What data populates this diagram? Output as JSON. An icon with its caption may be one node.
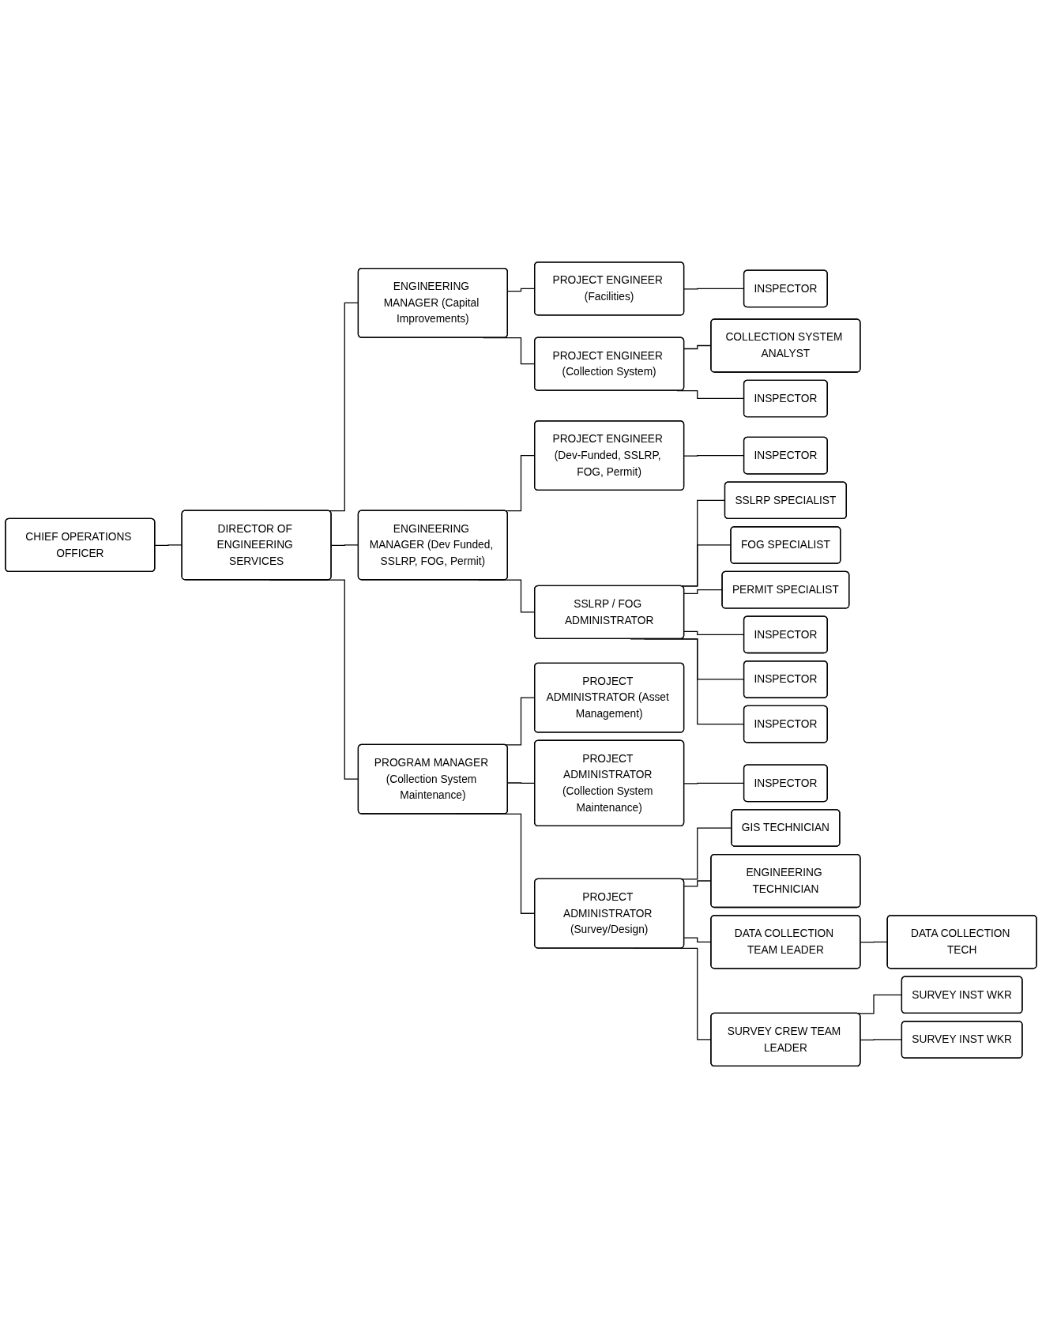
{
  "diagram": {
    "nodes": [
      {
        "text": [
          "CHIEF OPERATIONS OFFICER"
        ]
      },
      {
        "text": [
          "DIRECTOR OF ENGINEERING SERVICES"
        ]
      },
      {
        "text": [
          "ENGINEERING MANAGER (Capital Improvements)"
        ]
      },
      {
        "text": [
          "PROJECT ENGINEER (Facilities)"
        ]
      },
      {
        "text": [
          "INSPECTOR"
        ]
      },
      {
        "text": [
          "PROJECT ENGINEER (Collection System)"
        ]
      },
      {
        "text": [
          "COLLECTION SYSTEM ANALYST"
        ]
      },
      {
        "text": [
          "INSPECTOR"
        ]
      },
      {
        "text": [
          "ENGINEERING MANAGER (Dev Funded, SSLRP, FOG, Permit)"
        ]
      },
      {
        "text": [
          "PROJECT ENGINEER (Dev-Funded, SSLRP, FOG, Permit)"
        ]
      },
      {
        "text": [
          "INSPECTOR"
        ]
      },
      {
        "text": [
          "SSLRP / FOG ADMINISTRATOR"
        ]
      },
      {
        "text": [
          "SSLRP SPECIALIST"
        ]
      },
      {
        "text": [
          "FOG SPECIALIST"
        ]
      },
      {
        "text": [
          "PERMIT SPECIALIST"
        ]
      },
      {
        "text": [
          "INSPECTOR"
        ]
      },
      {
        "text": [
          "INSPECTOR"
        ]
      },
      {
        "text": [
          "INSPECTOR"
        ]
      },
      {
        "text": [
          "PROGRAM MANAGER (Collection System Maintenance)"
        ]
      },
      {
        "text": [
          "PROJECT ADMINISTRATOR (Asset Management)"
        ]
      },
      {
        "text": [
          "PROJECT ADMINISTRATOR (Collection System Maintenance)"
        ]
      },
      {
        "text": [
          "INSPECTOR"
        ]
      },
      {
        "text": [
          "PROJECT ADMINISTRATOR (Survey/Design)"
        ]
      },
      {
        "text": [
          "GIS TECHNICIAN"
        ]
      },
      {
        "text": [
          "ENGINEERING TECHNICIAN"
        ]
      },
      {
        "text": [
          "DATA COLLECTION TEAM LEADER"
        ]
      },
      {
        "text": [
          "DATA COLLECTION TECH"
        ]
      },
      {
        "text": [
          "SURVEY CREW TEAM LEADER"
        ]
      },
      {
        "text": [
          "SURVEY INST WKR"
        ]
      },
      {
        "text": [
          "SURVEY INST WKR"
        ]
      }
    ],
    "edges": [
      {
        "from": 0,
        "to": 1,
        "arrow": "none"
      },
      {
        "from": 1,
        "to": 2,
        "arrow": "none"
      },
      {
        "from": 1,
        "to": 8,
        "arrow": "none"
      },
      {
        "from": 1,
        "to": 18,
        "arrow": "none"
      },
      {
        "from": 2,
        "to": 3,
        "arrow": "none"
      },
      {
        "from": 2,
        "to": 5,
        "arrow": "none"
      },
      {
        "from": 3,
        "to": 4,
        "arrow": "none"
      },
      {
        "from": 5,
        "to": 6,
        "arrow": "none"
      },
      {
        "from": 5,
        "to": 7,
        "arrow": "none"
      },
      {
        "from": 8,
        "to": 9,
        "arrow": "none"
      },
      {
        "from": 8,
        "to": 11,
        "arrow": "none"
      },
      {
        "from": 9,
        "to": 10,
        "arrow": "none"
      },
      {
        "from": 11,
        "to": 12,
        "arrow": "none"
      },
      {
        "from": 11,
        "to": 13,
        "arrow": "none"
      },
      {
        "from": 11,
        "to": 14,
        "arrow": "none"
      },
      {
        "from": 11,
        "to": 15,
        "arrow": "none"
      },
      {
        "from": 11,
        "to": 16,
        "arrow": "none"
      },
      {
        "from": 11,
        "to": 17,
        "arrow": "none"
      },
      {
        "from": 18,
        "to": 19,
        "arrow": "none"
      },
      {
        "from": 18,
        "to": 20,
        "arrow": "none"
      },
      {
        "from": 18,
        "to": 22,
        "arrow": "none"
      },
      {
        "from": 20,
        "to": 21,
        "arrow": "none"
      },
      {
        "from": 22,
        "to": 23,
        "arrow": "none"
      },
      {
        "from": 22,
        "to": 24,
        "arrow": "none"
      },
      {
        "from": 22,
        "to": 25,
        "arrow": "none"
      },
      {
        "from": 22,
        "to": 27,
        "arrow": "none"
      },
      {
        "from": 25,
        "to": 26,
        "arrow": "none"
      },
      {
        "from": 27,
        "to": 28,
        "arrow": "none"
      },
      {
        "from": 27,
        "to": 29,
        "arrow": "none"
      }
    ]
  }
}
